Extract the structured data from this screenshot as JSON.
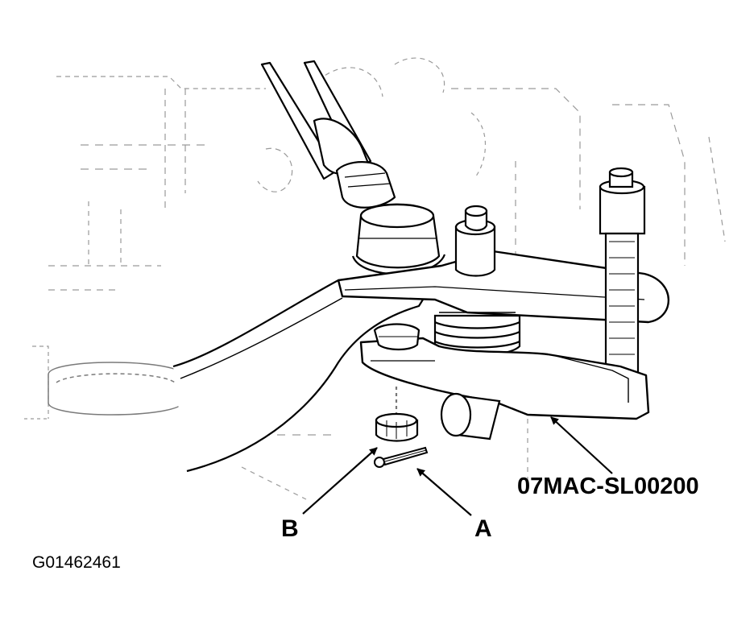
{
  "callouts": {
    "tool": "07MAC-SL00200",
    "a": "A",
    "b": "B"
  },
  "figure_code": "G01462461"
}
